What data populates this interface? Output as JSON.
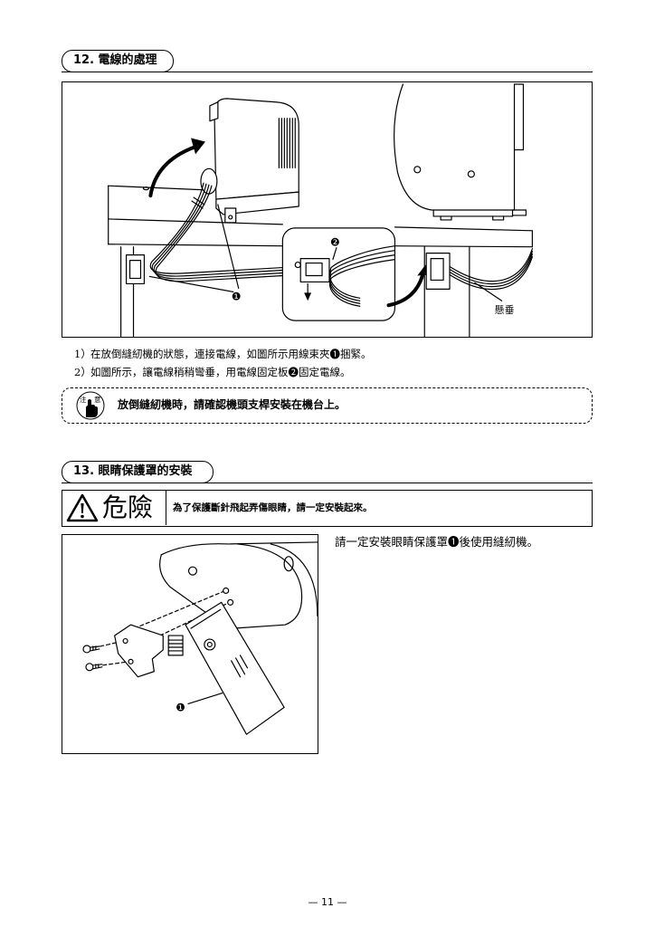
{
  "colors": {
    "ink": "#000000",
    "paper": "#ffffff"
  },
  "section12": {
    "title": "12. 電線的處理",
    "figure": {
      "label_plate": "❷",
      "label_clamp": "❶",
      "label_sag": "懸垂"
    },
    "steps": [
      {
        "num": "1）",
        "text": "在放倒縫紉機的狀態，連接電線，如圖所示用線束夾❶捆緊。"
      },
      {
        "num": "2）",
        "text": "如圖所示，讓電線稍稍彎垂，用電線固定板❷固定電線。"
      }
    ],
    "caution": {
      "icon": "caution-hand-icon",
      "icon_char_left": "注",
      "icon_char_right": "意",
      "text": "放倒縫紉機時，請確認機頭支桿安裝在機台上。"
    }
  },
  "section13": {
    "title": "13. 眼睛保護罩的安裝",
    "danger": {
      "icon": "warning-triangle-icon",
      "label": "危險",
      "text": "為了保護斷針飛起弄傷眼睛，請一定安裝起來。"
    },
    "figure": {
      "label_guard": "❶"
    },
    "instruction": "請一定安裝眼睛保護罩❶後使用縫紉機。"
  },
  "page_number": "— 11 —"
}
